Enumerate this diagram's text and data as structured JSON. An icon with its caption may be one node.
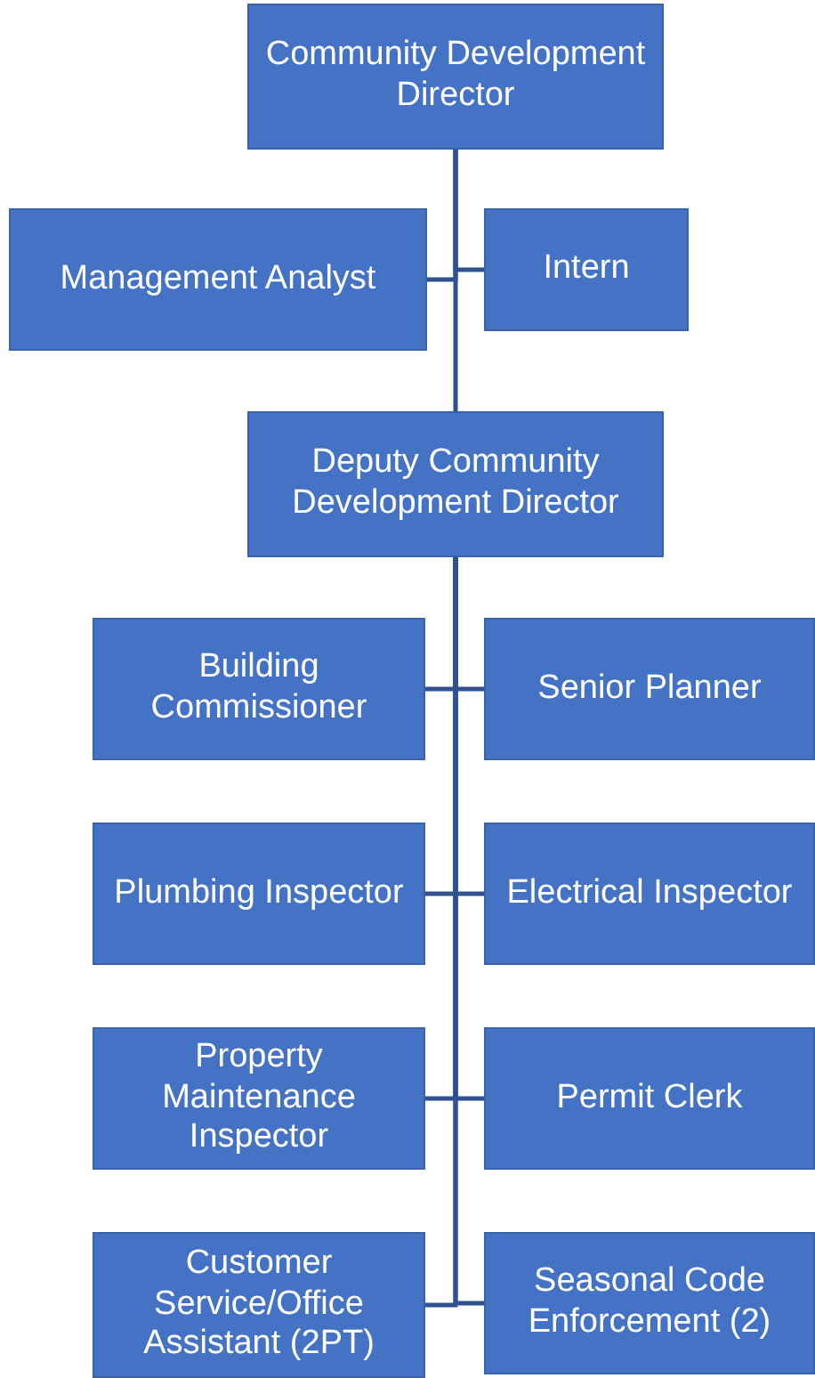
{
  "diagram": {
    "nodes": [
      {
        "text": [
          "Community Development Director"
        ]
      },
      {
        "text": [
          "Management Analyst"
        ]
      },
      {
        "text": [
          "Intern"
        ]
      },
      {
        "text": [
          "Deputy Community Development Director"
        ]
      },
      {
        "text": [
          "Building Commissioner"
        ]
      },
      {
        "text": [
          "Senior Planner"
        ]
      },
      {
        "text": [
          "Plumbing Inspector"
        ]
      },
      {
        "text": [
          "Electrical Inspector"
        ]
      },
      {
        "text": [
          "Property Maintenance Inspector"
        ]
      },
      {
        "text": [
          "Permit Clerk"
        ]
      },
      {
        "text": [
          "Customer Service/Office Assistant (2PT)"
        ]
      },
      {
        "text": [
          "Seasonal Code Enforcement (2)"
        ]
      }
    ],
    "edges": [
      {
        "from": 0,
        "to": 1,
        "arrow": "none"
      },
      {
        "from": 0,
        "to": 2,
        "arrow": "none"
      },
      {
        "from": 0,
        "to": 3,
        "arrow": "none"
      },
      {
        "from": 3,
        "to": 4,
        "arrow": "none"
      },
      {
        "from": 3,
        "to": 5,
        "arrow": "none"
      },
      {
        "from": 3,
        "to": 6,
        "arrow": "none"
      },
      {
        "from": 3,
        "to": 7,
        "arrow": "none"
      },
      {
        "from": 3,
        "to": 8,
        "arrow": "none"
      },
      {
        "from": 3,
        "to": 9,
        "arrow": "none"
      },
      {
        "from": 3,
        "to": 10,
        "arrow": "none"
      },
      {
        "from": 3,
        "to": 11,
        "arrow": "none"
      }
    ]
  }
}
